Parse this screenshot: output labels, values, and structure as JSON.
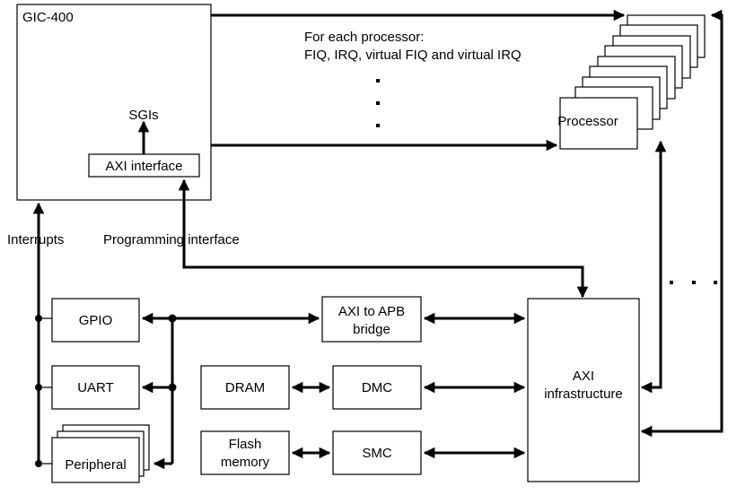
{
  "gic": {
    "title": "GIC-400",
    "sgis": "SGIs",
    "axi_interface": "AXI interface"
  },
  "notes": {
    "per_processor_line1": "For each processor:",
    "per_processor_line2": "FIQ, IRQ, virtual FIQ and virtual IRQ",
    "interrupts": "Interrupts",
    "programming_interface": "Programming interface"
  },
  "processor": {
    "label": "Processor"
  },
  "peripherals": {
    "gpio": "GPIO",
    "uart": "UART",
    "peripheral": "Peripheral"
  },
  "bridges": {
    "apb_line1": "AXI to APB",
    "apb_line2": "bridge",
    "dmc": "DMC",
    "smc": "SMC"
  },
  "memory": {
    "dram": "DRAM",
    "flash_line1": "Flash",
    "flash_line2": "memory"
  },
  "infrastructure": {
    "line1": "AXI",
    "line2": "infrastructure"
  }
}
